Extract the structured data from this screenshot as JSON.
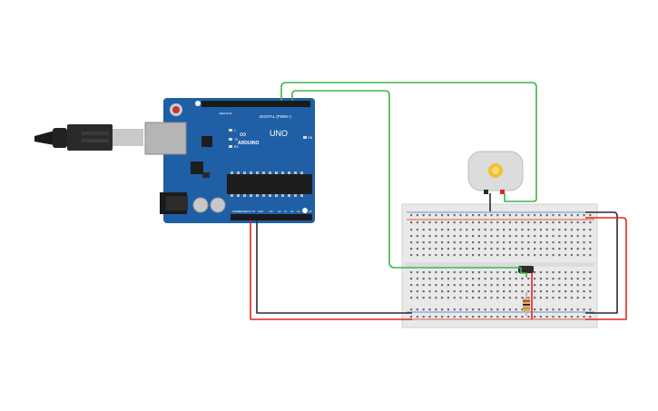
{
  "arduino": {
    "logo_text": "ARDUINO",
    "model_text": "UNO",
    "digital_label": "DIGITAL (PWM~)",
    "power_label": "POWER",
    "analog_label": "ANALOG IN",
    "tx_label": "TX",
    "rx_label": "RX",
    "l_label": "L",
    "on_label": "ON",
    "aref_label": "AREF",
    "gnd_label": "GND",
    "ioref_label": "IOREF",
    "reset_label": "RESET",
    "v33_label": "3.3V",
    "v5_label": "5V",
    "vin_label": "VIN",
    "a0_label": "A0",
    "a1_label": "A1",
    "a2_label": "A2",
    "a3_label": "A3",
    "a4_label": "A4",
    "a5_label": "A5"
  },
  "colors": {
    "board": "#1f5fa6",
    "board_dark": "#17497f",
    "wire_green": "#3db54a",
    "wire_red": "#e3261f",
    "wire_black": "#2b2b2b",
    "breadboard": "#e9e9e9",
    "motor_body": "#dcdcdc",
    "motor_shaft": "#f2c12e"
  },
  "icons": {
    "usb": "usb-cable-icon",
    "motor": "dc-motor-icon",
    "transistor": "transistor-icon",
    "resistor": "resistor-icon"
  }
}
